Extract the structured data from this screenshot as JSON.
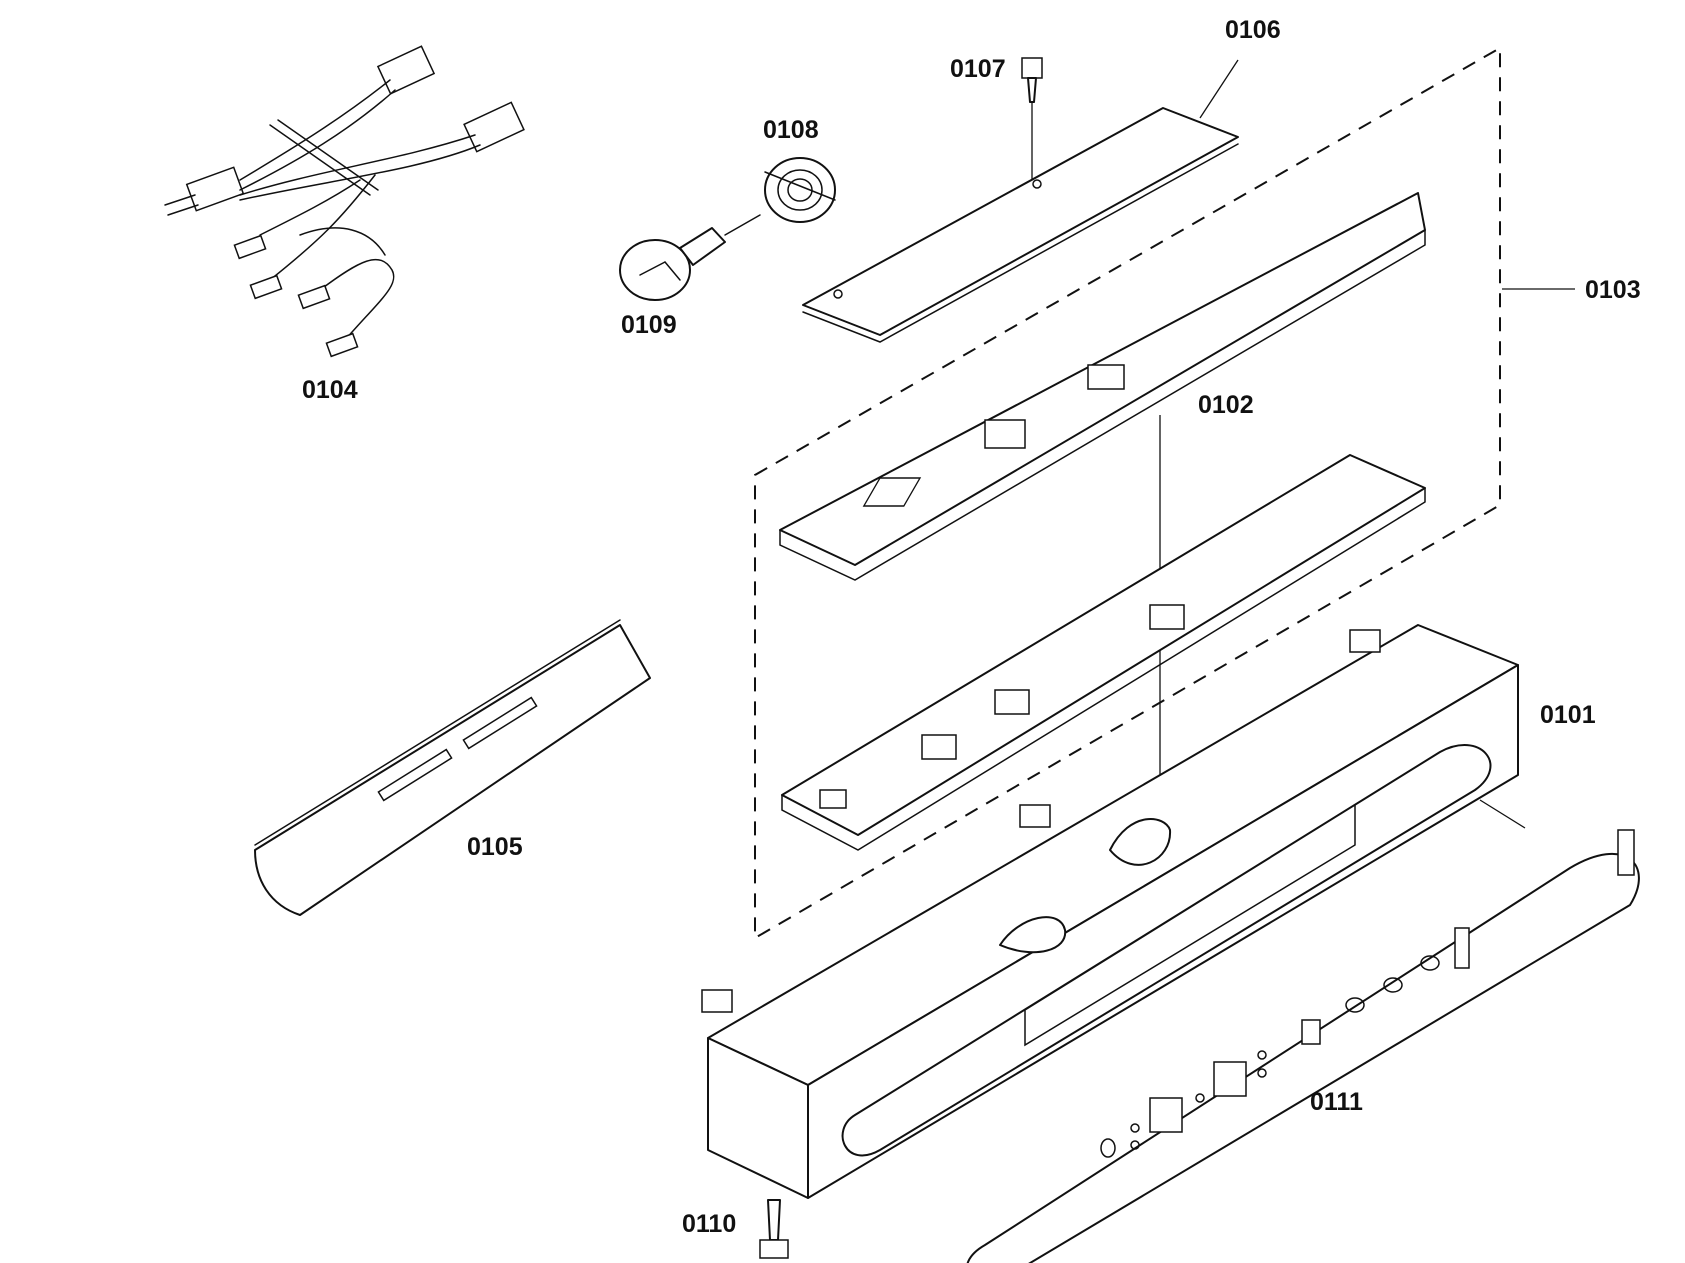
{
  "labels": {
    "p0101": "0101",
    "p0102": "0102",
    "p0103": "0103",
    "p0104": "0104",
    "p0105": "0105",
    "p0106": "0106",
    "p0107": "0107",
    "p0108": "0108",
    "p0109": "0109",
    "p0110": "0110",
    "p0111": "0111"
  },
  "colors": {
    "line": "#111111",
    "background": "#ffffff"
  }
}
